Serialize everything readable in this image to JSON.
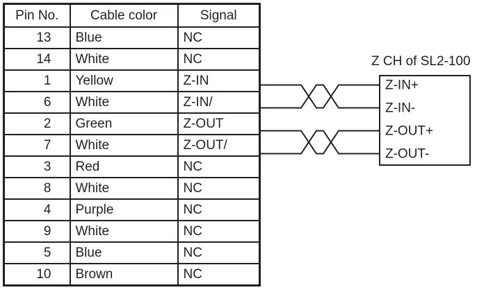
{
  "figure": {
    "background": "#ffffff",
    "line_color": "#231f20"
  },
  "table": {
    "headers": [
      "Pin No.",
      "Cable color",
      "Signal"
    ],
    "rows": [
      {
        "pin": "13",
        "color": "Blue",
        "signal": "NC"
      },
      {
        "pin": "14",
        "color": "White",
        "signal": "NC"
      },
      {
        "pin": "1",
        "color": "Yellow",
        "signal": "Z-IN"
      },
      {
        "pin": "6",
        "color": "White",
        "signal": "Z-IN/"
      },
      {
        "pin": "2",
        "color": "Green",
        "signal": "Z-OUT"
      },
      {
        "pin": "7",
        "color": "White",
        "signal": "Z-OUT/"
      },
      {
        "pin": "3",
        "color": "Red",
        "signal": "NC"
      },
      {
        "pin": "8",
        "color": "White",
        "signal": "NC"
      },
      {
        "pin": "4",
        "color": "Purple",
        "signal": "NC"
      },
      {
        "pin": "9",
        "color": "White",
        "signal": "NC"
      },
      {
        "pin": "5",
        "color": "Blue",
        "signal": "NC"
      },
      {
        "pin": "10",
        "color": "Brown",
        "signal": "NC"
      }
    ]
  },
  "diagram": {
    "title": "Z CH of SL2-100",
    "box_labels": [
      "Z-IN+",
      "Z-IN-",
      "Z-OUT+",
      "Z-OUT-"
    ],
    "connections": [
      {
        "signals": [
          "Z-IN",
          "Z-IN/"
        ],
        "terminals": [
          "Z-IN+",
          "Z-IN-"
        ],
        "style": "twisted-pair"
      },
      {
        "signals": [
          "Z-OUT",
          "Z-OUT/"
        ],
        "terminals": [
          "Z-OUT+",
          "Z-OUT-"
        ],
        "style": "twisted-pair"
      }
    ]
  }
}
